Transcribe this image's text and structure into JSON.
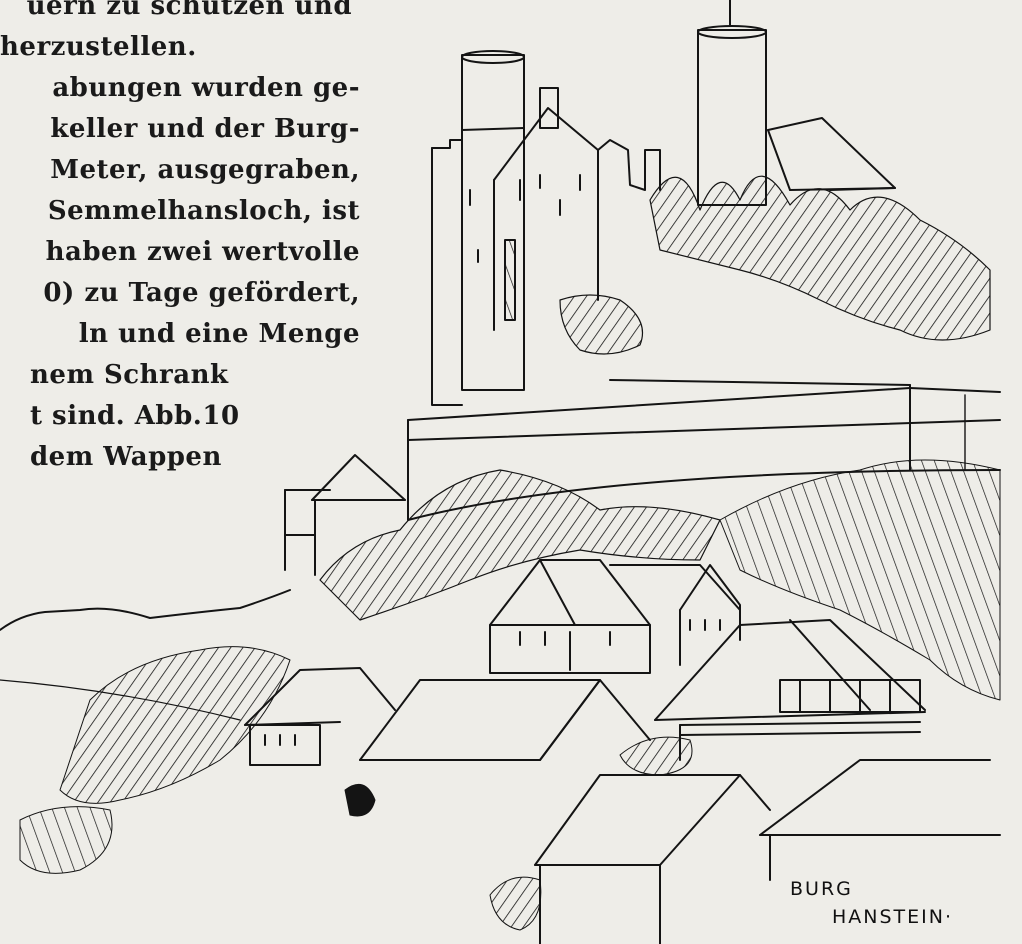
{
  "article": {
    "lines": [
      "uern zu schützen und",
      "herzustellen.",
      "abungen wurden ge-",
      "keller und der Burg-",
      "Meter, ausgegraben,",
      "Semmelhansloch, ist",
      "haben zwei wertvolle",
      "0) zu Tage gefördert,",
      "ln und eine Menge",
      "nem Schrank",
      "t sind. Abb.10",
      "dem Wappen"
    ]
  },
  "illustration": {
    "caption_line1": "BURG",
    "caption_line2": "HANSTEIN·",
    "ink_color": "#141414",
    "paper_color": "#eeede8"
  }
}
